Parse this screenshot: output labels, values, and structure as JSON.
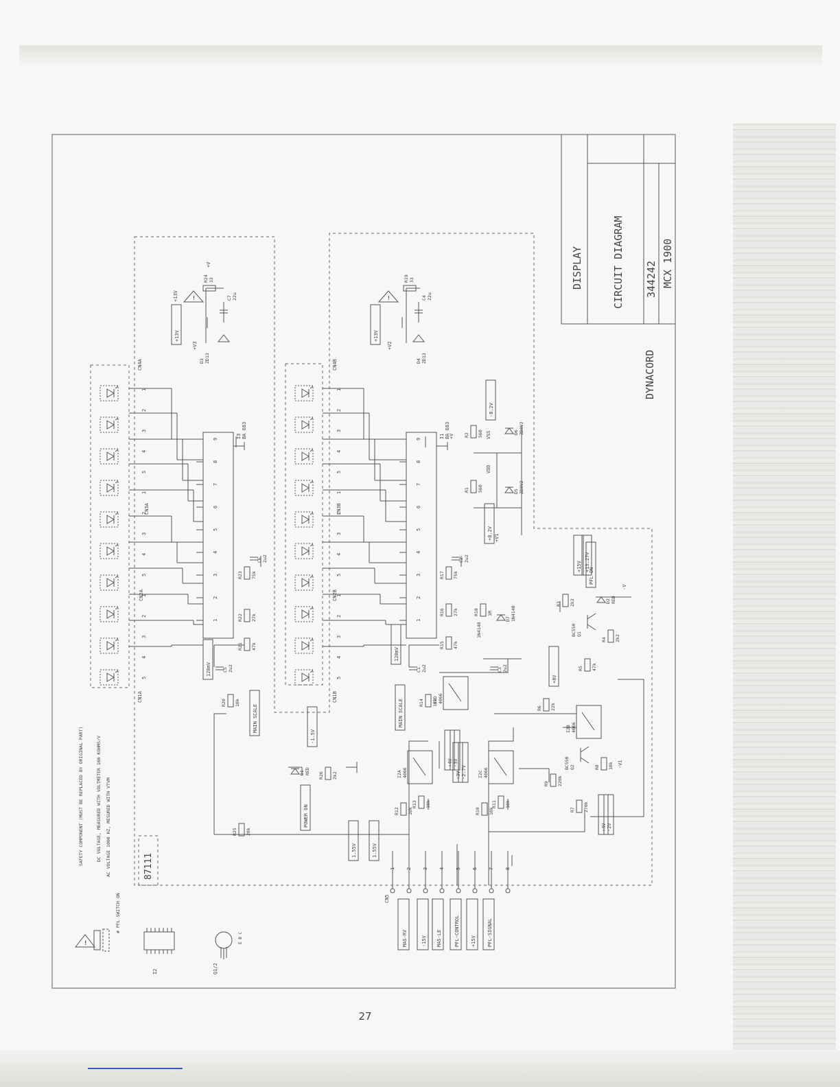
{
  "page_number": "27",
  "title_block": {
    "manufacturer": "DYNACORD",
    "title": "DISPLAY",
    "subtitle": "CIRCUIT DIAGRAM",
    "drawing_number": "344242",
    "model": "MCX 1900"
  },
  "legend": [
    "SAFETY COMPONENT (MUST BE REPLACED BY ORIGINAL PART)",
    "DC VOLTAGE, MEASURED WITH VOLTMETER 100 KOHMS/V",
    "AC VOLTAGE 1000 HZ, MESURED WITH VTVM",
    "# PFL SWITCH ON"
  ],
  "board_id": "87111",
  "pinouts": [
    "I2",
    "Q1/2"
  ],
  "pinout_pins": [
    "E B C"
  ],
  "connector_cn5": {
    "name": "CN5",
    "pins": [
      "1",
      "2",
      "3",
      "4",
      "5",
      "6",
      "7",
      "8"
    ],
    "signals": [
      "MAS-RV",
      "-15V",
      "MAS-LE",
      "PFL-CONTROL",
      "+15V",
      "PFL-SIGNAL"
    ]
  },
  "rails": [
    "+13V",
    "+V3",
    "+V2",
    "+V1",
    "-V1",
    "+V",
    "-V",
    "VDD",
    "VSS"
  ],
  "voltage_tags": [
    "+13V",
    "+13V",
    "-8.2V",
    "+8.2V",
    "-1.5V",
    "1.55V",
    "1.55V",
    "120mV",
    "120mV",
    "+15V",
    "+13.27V",
    "+8V",
    "+4V",
    "-3V",
    "+3V",
    "-2.7V",
    "+4V",
    "-2V"
  ],
  "function_labels": [
    "MAIN SCALE",
    "MAIN SCALE",
    "POWER ON",
    "PFL ON"
  ],
  "ic_labels": [
    {
      "ref": "I3",
      "part": "BA 683"
    },
    {
      "ref": "I1",
      "part": "BA 683"
    },
    {
      "ref": "I2A",
      "part": "4066"
    },
    {
      "ref": "I2B",
      "part": "4066"
    },
    {
      "ref": "I2C",
      "part": "4066"
    },
    {
      "ref": "I2D",
      "part": "4066"
    }
  ],
  "pin_numbers": [
    "1",
    "2",
    "3",
    "4",
    "5",
    "6",
    "7",
    "8",
    "9",
    "10",
    "11",
    "12",
    "13",
    "14",
    "15",
    "16",
    "17",
    "18"
  ],
  "connectors": [
    "CN1A",
    "CN2A",
    "CN3A",
    "CN4A",
    "CN1B",
    "CN2B",
    "CN3B",
    "CN4B"
  ],
  "components": [
    {
      "ref": "R24",
      "value": "33"
    },
    {
      "ref": "R19",
      "value": "33"
    },
    {
      "ref": "C7",
      "value": "22u"
    },
    {
      "ref": "C4",
      "value": "22u"
    },
    {
      "ref": "D3",
      "value": "ZD13"
    },
    {
      "ref": "D4",
      "value": "ZD13"
    },
    {
      "ref": "R23",
      "value": "75k"
    },
    {
      "ref": "C6",
      "value": "2u2"
    },
    {
      "ref": "R22",
      "value": "27k"
    },
    {
      "ref": "R21",
      "value": "47k"
    },
    {
      "ref": "C5",
      "value": "2u2"
    },
    {
      "ref": "R20",
      "value": "10k"
    },
    {
      "ref": "R17",
      "value": "75k"
    },
    {
      "ref": "C2",
      "value": "2u2"
    },
    {
      "ref": "R16",
      "value": "27k"
    },
    {
      "ref": "R15",
      "value": "47k"
    },
    {
      "ref": "C1",
      "value": "2u2"
    },
    {
      "ref": "R14",
      "value": "10k"
    },
    {
      "ref": "R2",
      "value": "560"
    },
    {
      "ref": "R1",
      "value": "560"
    },
    {
      "ref": "D6",
      "value": "ZD8V2"
    },
    {
      "ref": "D5",
      "value": "ZD8V2"
    },
    {
      "ref": "R18",
      "value": "1M"
    },
    {
      "ref": "D7",
      "value": "1N4148"
    },
    {
      "ref": "C3",
      "value": "2u2"
    },
    {
      "ref": "R3",
      "value": "2k2"
    },
    {
      "ref": "D2",
      "value": "RED"
    },
    {
      "ref": "Q1",
      "value": "BC550"
    },
    {
      "ref": "R4",
      "value": "2k2"
    },
    {
      "ref": "R5",
      "value": "47k"
    },
    {
      "ref": "R6",
      "value": "22k"
    },
    {
      "ref": "Q2",
      "value": "BC550"
    },
    {
      "ref": "R8",
      "value": "10k"
    },
    {
      "ref": "R9",
      "value": "220k"
    },
    {
      "ref": "R7",
      "value": "270k"
    },
    {
      "ref": "D1",
      "value": "RED"
    },
    {
      "ref": "R26",
      "value": "2k2"
    },
    {
      "ref": "R12",
      "value": "10k"
    },
    {
      "ref": "R13",
      "value": "10k"
    },
    {
      "ref": "R10",
      "value": "10k"
    },
    {
      "ref": "R11",
      "value": "10k"
    },
    {
      "ref": "R25",
      "value": "20k"
    }
  ]
}
